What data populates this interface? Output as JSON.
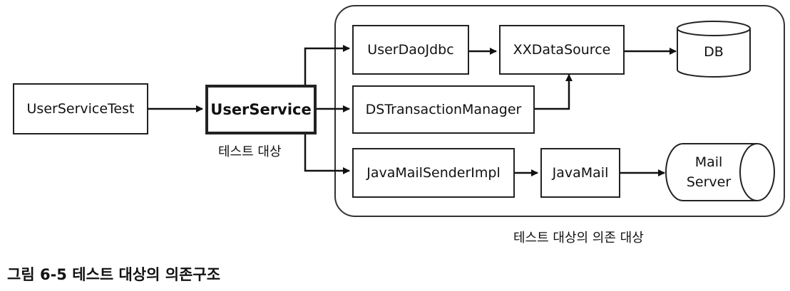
{
  "nodes": {
    "user_service_test": "UserServiceTest",
    "user_service": "UserService",
    "user_dao_jdbc": "UserDaoJdbc",
    "xx_data_source": "XXDataSource",
    "db": "DB",
    "ds_transaction_manager": "DSTransactionManager",
    "java_mail_sender_impl": "JavaMailSenderImpl",
    "java_mail": "JavaMail",
    "mail_server_line1": "Mail",
    "mail_server_line2": "Server"
  },
  "labels": {
    "test_target": "테스트 대상",
    "dependencies": "테스트 대상의 의존 대상"
  },
  "caption": "그림 6-5 테스트 대상의 의존구조"
}
